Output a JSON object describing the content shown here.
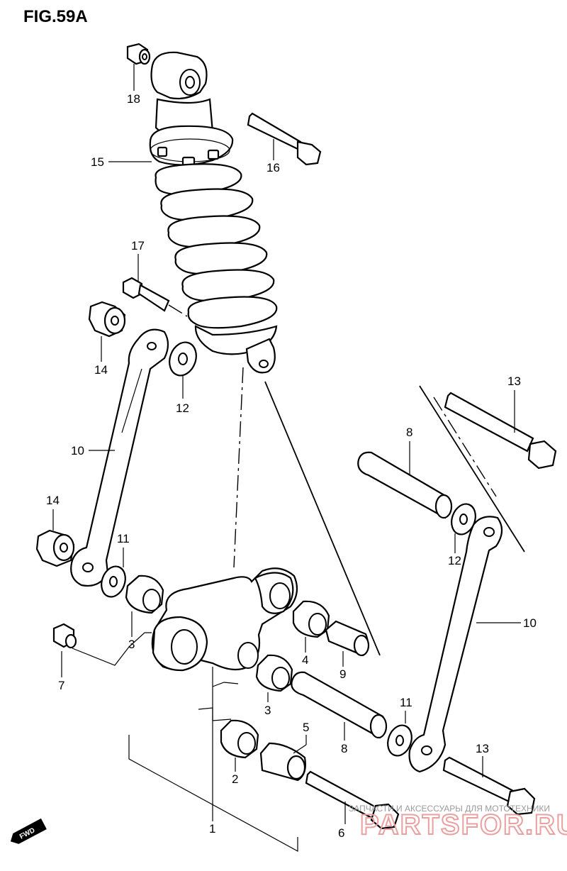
{
  "figure": {
    "title": "FIG.59A"
  },
  "labels": {
    "p1": "1",
    "p2": "2",
    "p3a": "3",
    "p3b": "3",
    "p4": "4",
    "p5": "5",
    "p6": "6",
    "p7": "7",
    "p8a": "8",
    "p8b": "8",
    "p9": "9",
    "p10a": "10",
    "p10b": "10",
    "p11a": "11",
    "p11b": "11",
    "p12a": "12",
    "p12b": "12",
    "p13a": "13",
    "p13b": "13",
    "p14a": "14",
    "p14b": "14",
    "p15": "15",
    "p16": "16",
    "p17": "17",
    "p18": "18"
  },
  "badge": {
    "fwd": "FWD"
  },
  "watermark": {
    "tagline": "ЗАПЧАСТИ И АКСЕССУАРЫ ДЛЯ МОТОТЕХНИКИ",
    "brand": "PARTSFOR.RU"
  }
}
